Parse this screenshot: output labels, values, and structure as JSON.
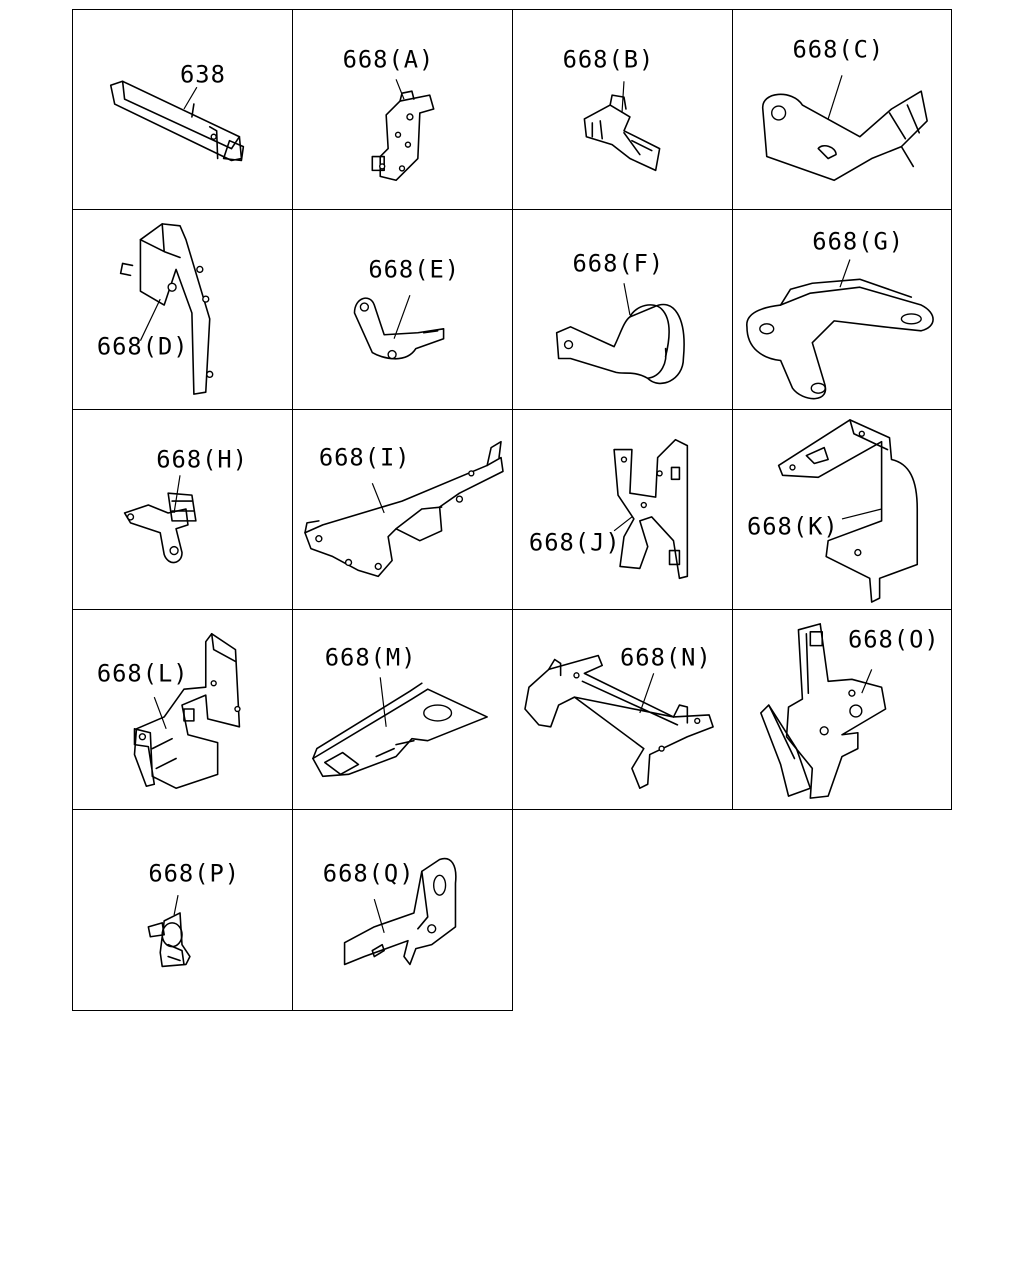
{
  "diagram": {
    "cells": [
      {
        "id": "638",
        "label": "638",
        "icon": "long-channel-bracket"
      },
      {
        "id": "668A",
        "label": "668(A)",
        "icon": "tall-flat-bracket"
      },
      {
        "id": "668B",
        "label": "668(B)",
        "icon": "small-clip-bracket"
      },
      {
        "id": "668C",
        "label": "668(C)",
        "icon": "angled-plate-bracket"
      },
      {
        "id": "668D",
        "label": "668(D)",
        "icon": "vertical-strap-bracket"
      },
      {
        "id": "668E",
        "label": "668(E)",
        "icon": "curved-tab-bracket"
      },
      {
        "id": "668F",
        "label": "668(F)",
        "icon": "u-bend-bracket"
      },
      {
        "id": "668G",
        "label": "668(G)",
        "icon": "wide-arch-bracket"
      },
      {
        "id": "668H",
        "label": "668(H)",
        "icon": "clamp-bracket"
      },
      {
        "id": "668I",
        "label": "668(I)",
        "icon": "long-plate-bracket"
      },
      {
        "id": "668J",
        "label": "668(J)",
        "icon": "twisted-strip-bracket"
      },
      {
        "id": "668K",
        "label": "668(K)",
        "icon": "offset-z-bracket"
      },
      {
        "id": "668L",
        "label": "668(L)",
        "icon": "stepped-bracket"
      },
      {
        "id": "668M",
        "label": "668(M)",
        "icon": "flat-tray-bracket"
      },
      {
        "id": "668N",
        "label": "668(N)",
        "icon": "crossbar-bracket"
      },
      {
        "id": "668O",
        "label": "668(O)",
        "icon": "plate-with-arm-bracket"
      },
      {
        "id": "668P",
        "label": "668(P)",
        "icon": "stud-clip"
      },
      {
        "id": "668Q",
        "label": "668(Q)",
        "icon": "l-angle-bracket"
      }
    ]
  }
}
